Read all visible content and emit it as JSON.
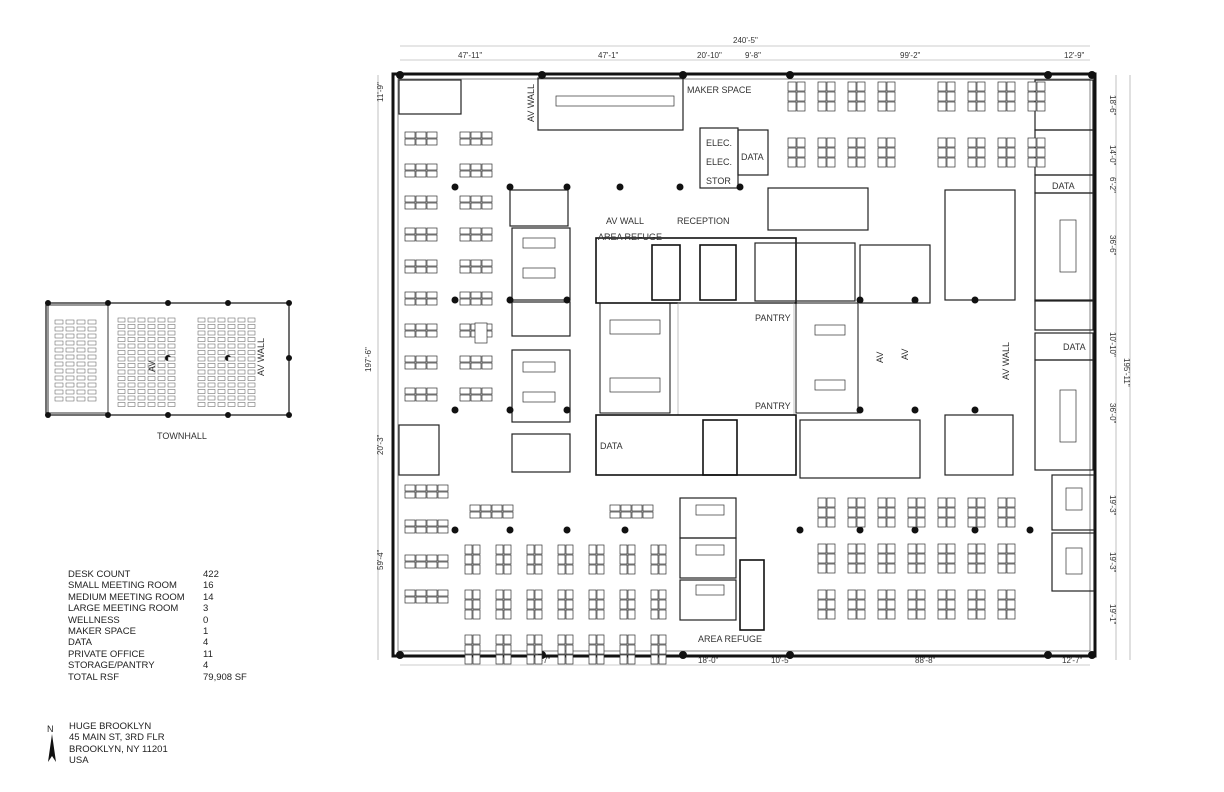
{
  "plan": {
    "dimensions_top": [
      "240'-5\"",
      "47'-11\"",
      "47'-1\"",
      "20'-10\"",
      "9'-8\"",
      "99'-2\"",
      "12'-9\""
    ],
    "dimensions_bottom": [
      "97'-7\"",
      "18'-0\"",
      "10'-5\"",
      "88'-8\"",
      "12'-7\""
    ],
    "dimensions_left": [
      "11'-9\"",
      "197'-6\"",
      "20'-3\"",
      "59'-4\""
    ],
    "dimensions_right": [
      "18'-6\"",
      "14'-0\"",
      "6'-2\"",
      "36'-6\"",
      "10'-10\"",
      "195'-11\"",
      "36'-0\"",
      "19'-3\"",
      "19'-3\"",
      "19'-1\""
    ],
    "room_labels": {
      "maker_space": "MAKER SPACE",
      "elec1": "ELEC.",
      "elec2": "ELEC.",
      "stor": "STOR",
      "data_top": "DATA",
      "reception": "RECEPTION",
      "av_wall_reception": "AV WALL",
      "area_refuge_top": "AREA REFUGE",
      "pantry_top": "PANTRY",
      "pantry_mid": "PANTRY",
      "data_mid": "DATA",
      "data_right_top": "DATA",
      "data_right_mid": "DATA",
      "av_wall_topleft": "AV WALL",
      "av_wall_right": "AV WALL",
      "av_center": "AV",
      "av_center2": "AV",
      "area_refuge_bottom": "AREA REFUGE"
    },
    "townhall": {
      "label": "TOWNHALL",
      "av_wall": "AV WALL",
      "av": "AV"
    }
  },
  "legend": [
    {
      "label": "DESK COUNT",
      "value": "422"
    },
    {
      "label": "SMALL MEETING ROOM",
      "value": "16"
    },
    {
      "label": "MEDIUM MEETING ROOM",
      "value": "14"
    },
    {
      "label": "LARGE MEETING ROOM",
      "value": "3"
    },
    {
      "label": "WELLNESS",
      "value": "0"
    },
    {
      "label": "MAKER SPACE",
      "value": "1"
    },
    {
      "label": "DATA",
      "value": "4"
    },
    {
      "label": "PRIVATE OFFICE",
      "value": "11"
    },
    {
      "label": "STORAGE/PANTRY",
      "value": "4"
    },
    {
      "label": "TOTAL RSF",
      "value": "79,908 SF"
    }
  ],
  "address": {
    "north_label": "N",
    "lines": [
      "HUGE BROOKLYN",
      "45 MAIN ST, 3RD FLR",
      "BROOKLYN, NY 11201",
      "USA"
    ]
  }
}
